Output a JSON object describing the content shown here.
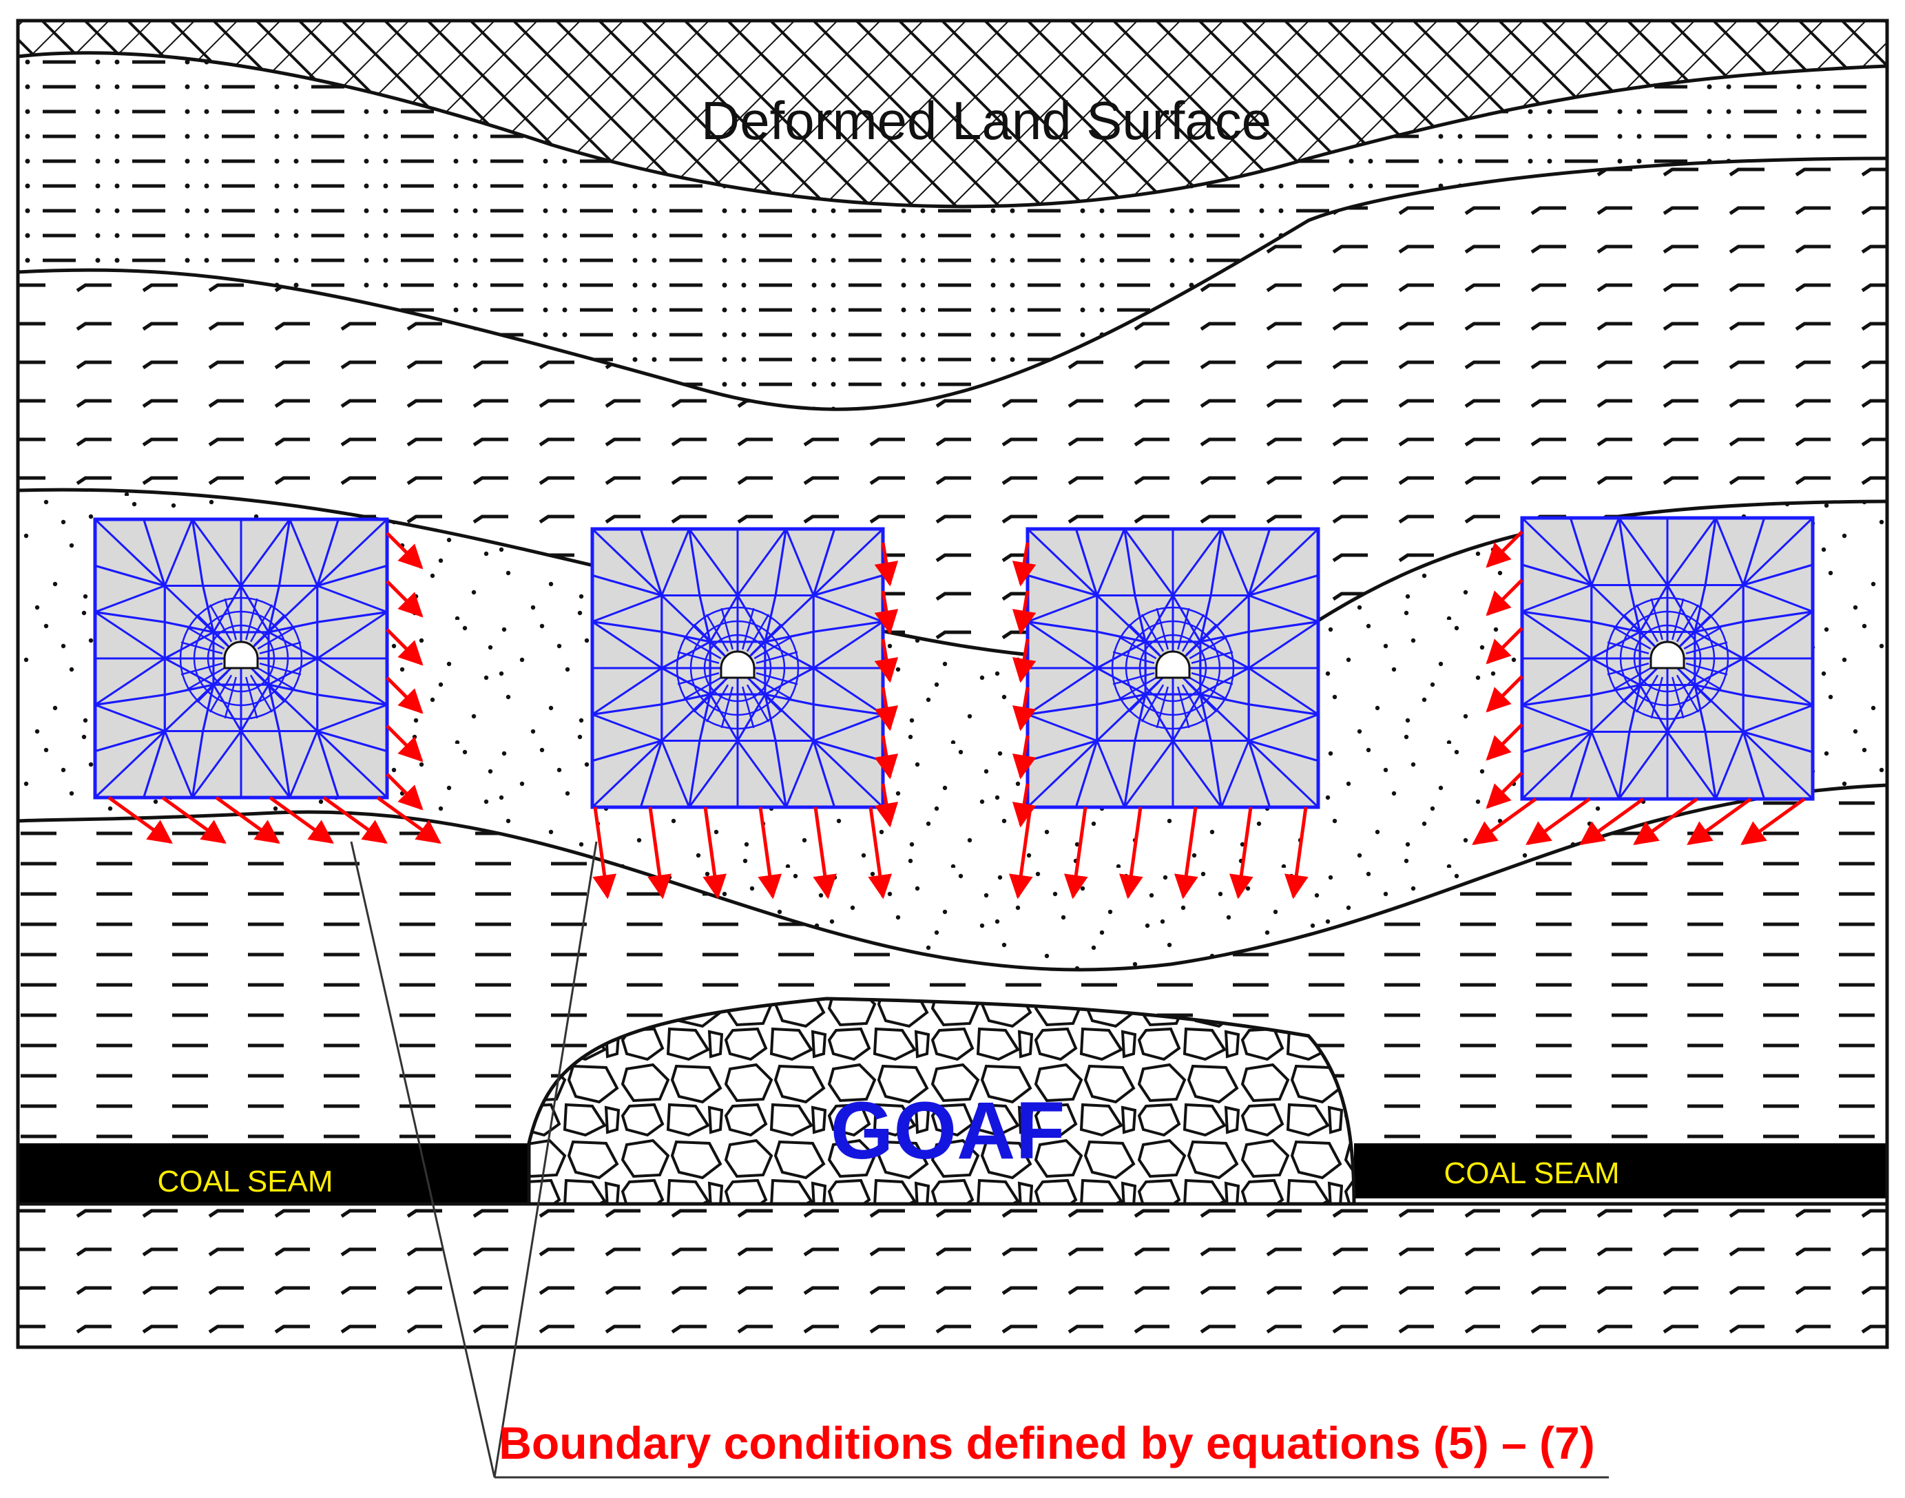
{
  "figure": {
    "title": "Deformed Land Surface",
    "coal_seam_left": "COAL SEAM",
    "coal_seam_right": "COAL SEAM",
    "goaf_label": "GOAF",
    "caption": "Boundary conditions defined by equations (5) – (7)"
  },
  "colors": {
    "mesh": "#1a1aff",
    "arrows": "#ff0000",
    "caption": "#ff0000",
    "goaf_text": "#1515e0",
    "coal_text": "#ffee00",
    "coal_fill": "#000000",
    "element_fill": "#d9d9d9"
  },
  "elements": {
    "mesh_blocks": [
      "mesh-block-1",
      "mesh-block-2",
      "mesh-block-3",
      "mesh-block-4"
    ],
    "icons": [
      "tunnel-icon",
      "boundary-arrow-icon"
    ]
  }
}
